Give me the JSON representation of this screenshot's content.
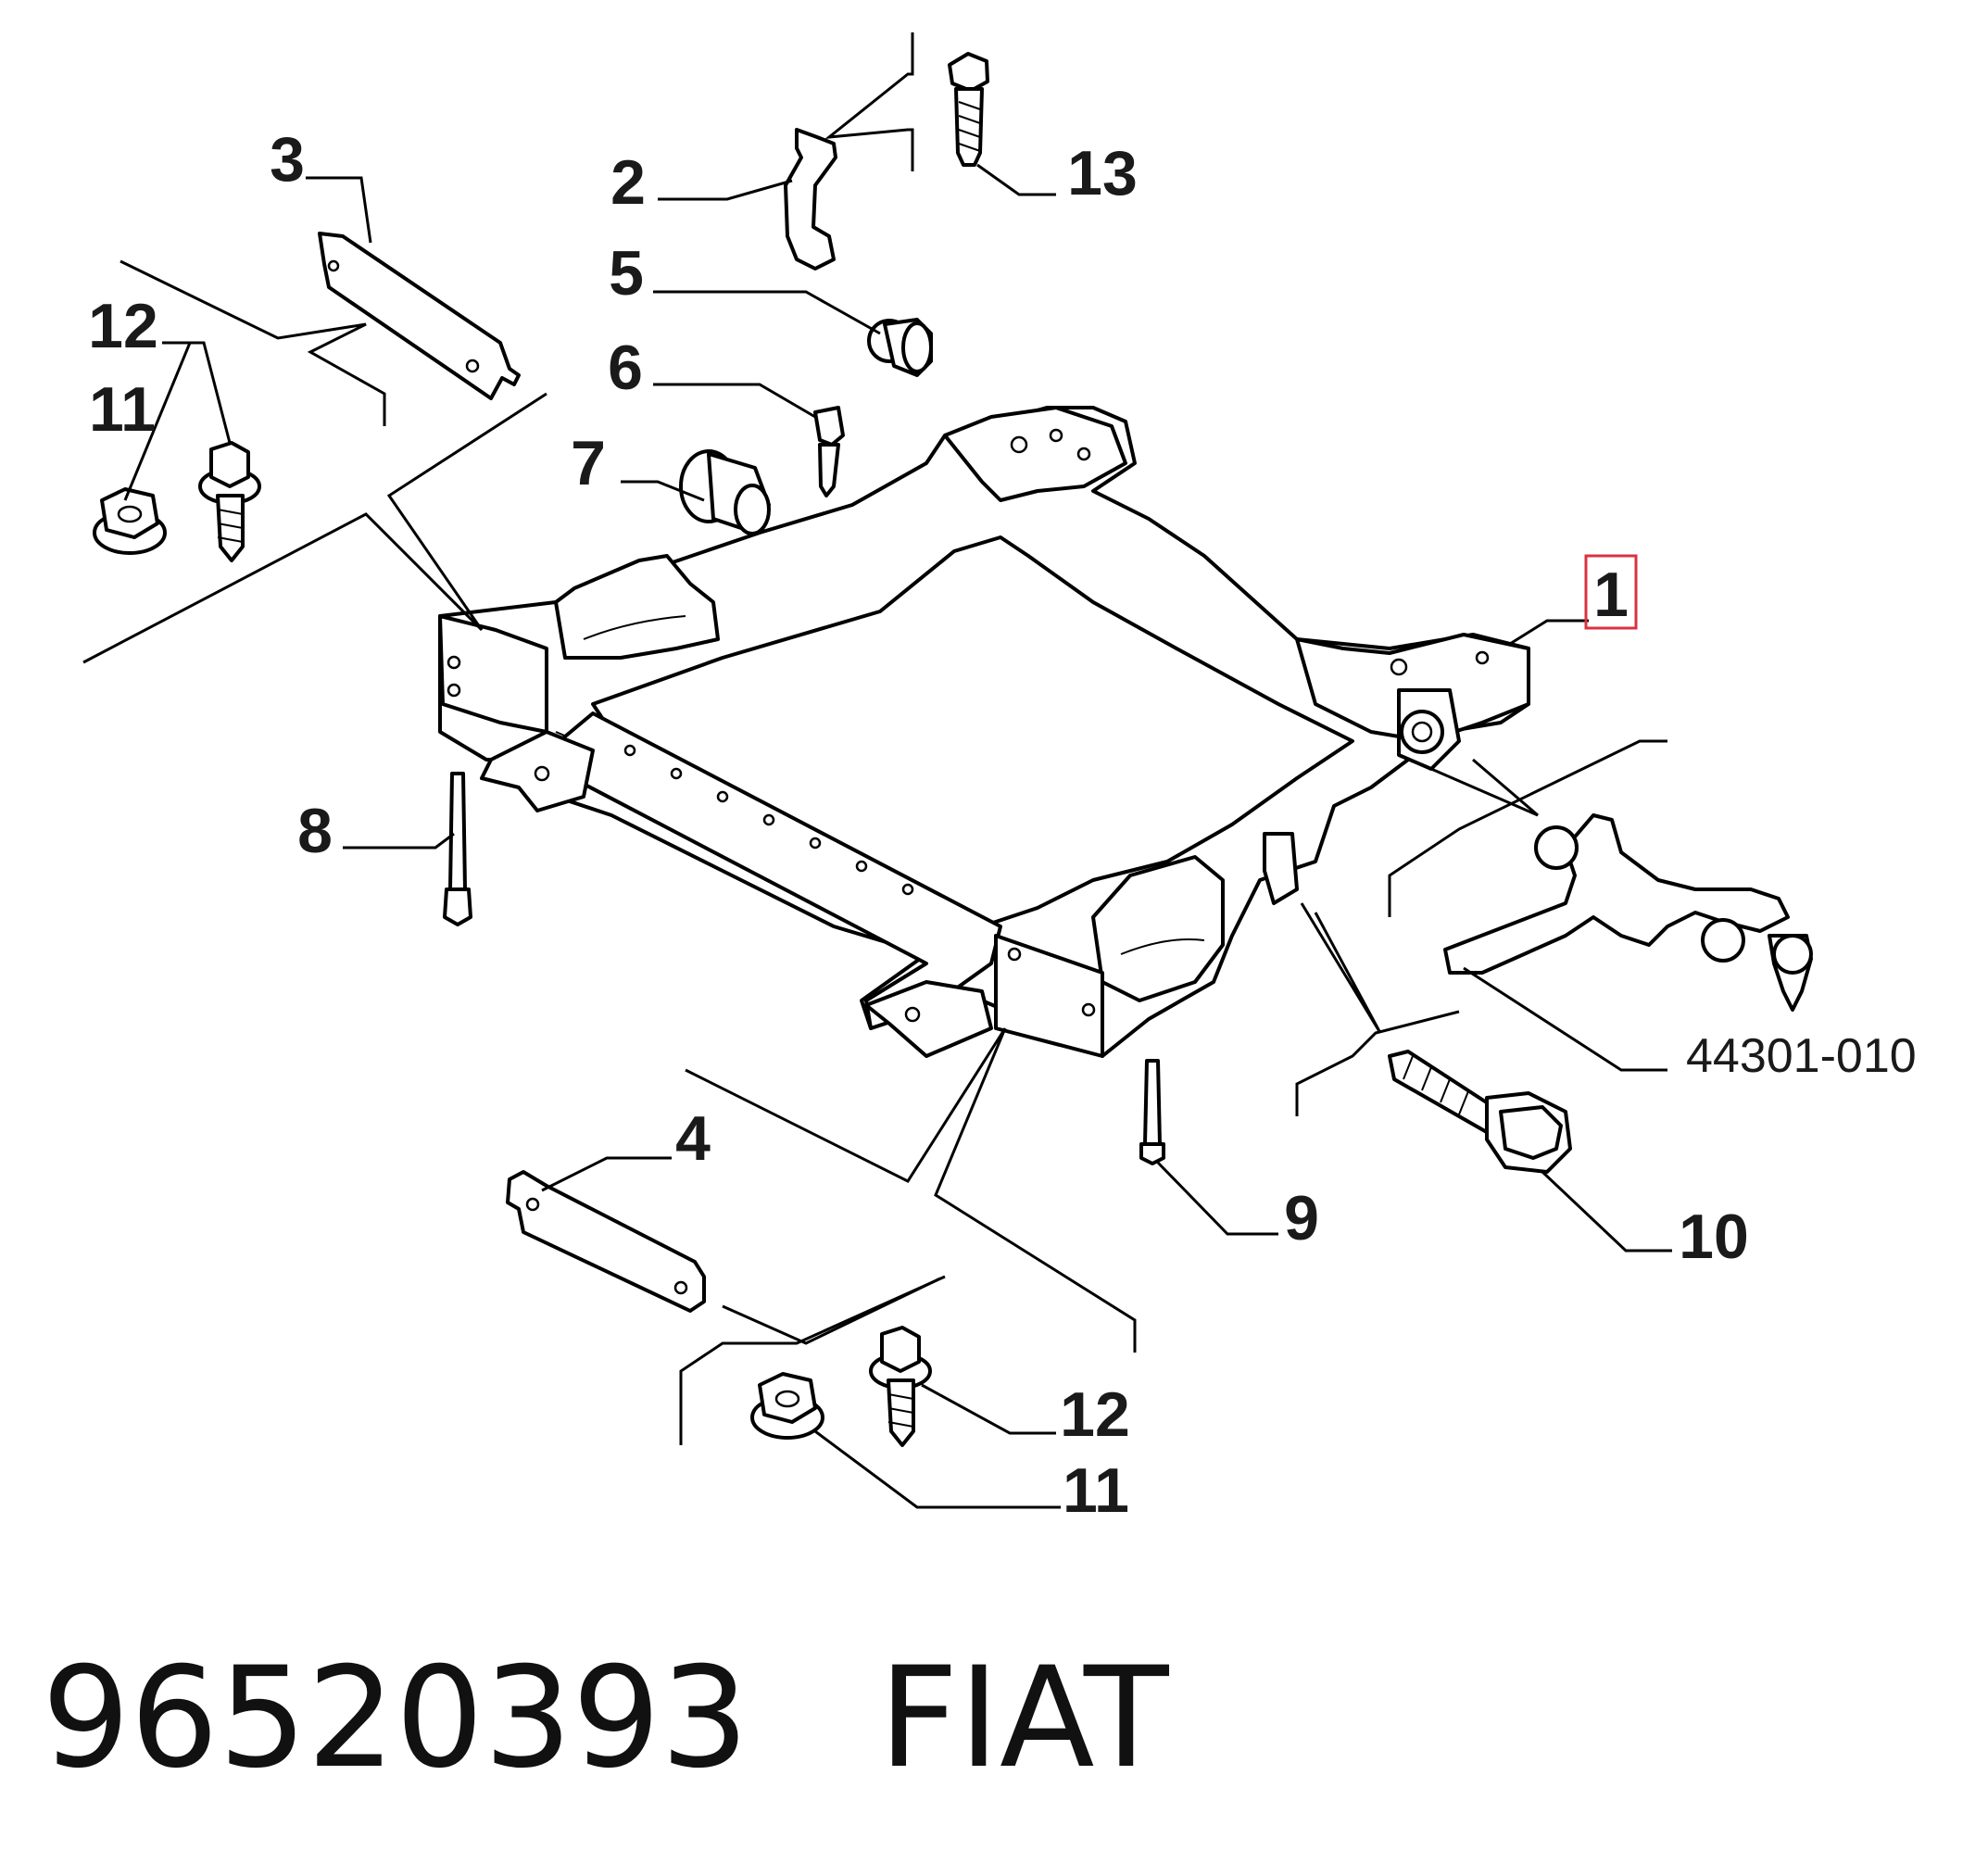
{
  "diagram": {
    "callouts": [
      {
        "id": "c1",
        "label": "1",
        "highlight": true
      },
      {
        "id": "c2",
        "label": "2"
      },
      {
        "id": "c3",
        "label": "3"
      },
      {
        "id": "c4",
        "label": "4"
      },
      {
        "id": "c5",
        "label": "5"
      },
      {
        "id": "c6",
        "label": "6"
      },
      {
        "id": "c7",
        "label": "7"
      },
      {
        "id": "c8",
        "label": "8"
      },
      {
        "id": "c9",
        "label": "9"
      },
      {
        "id": "c10",
        "label": "10"
      },
      {
        "id": "c11a",
        "label": "11"
      },
      {
        "id": "c11b",
        "label": "11"
      },
      {
        "id": "c12a",
        "label": "12"
      },
      {
        "id": "c12b",
        "label": "12"
      },
      {
        "id": "c13",
        "label": "13"
      }
    ],
    "reference_label": "44301-010",
    "highlight_color": "#d9333f"
  },
  "footer": {
    "part_number": "96520393",
    "brand": "FIAT"
  }
}
